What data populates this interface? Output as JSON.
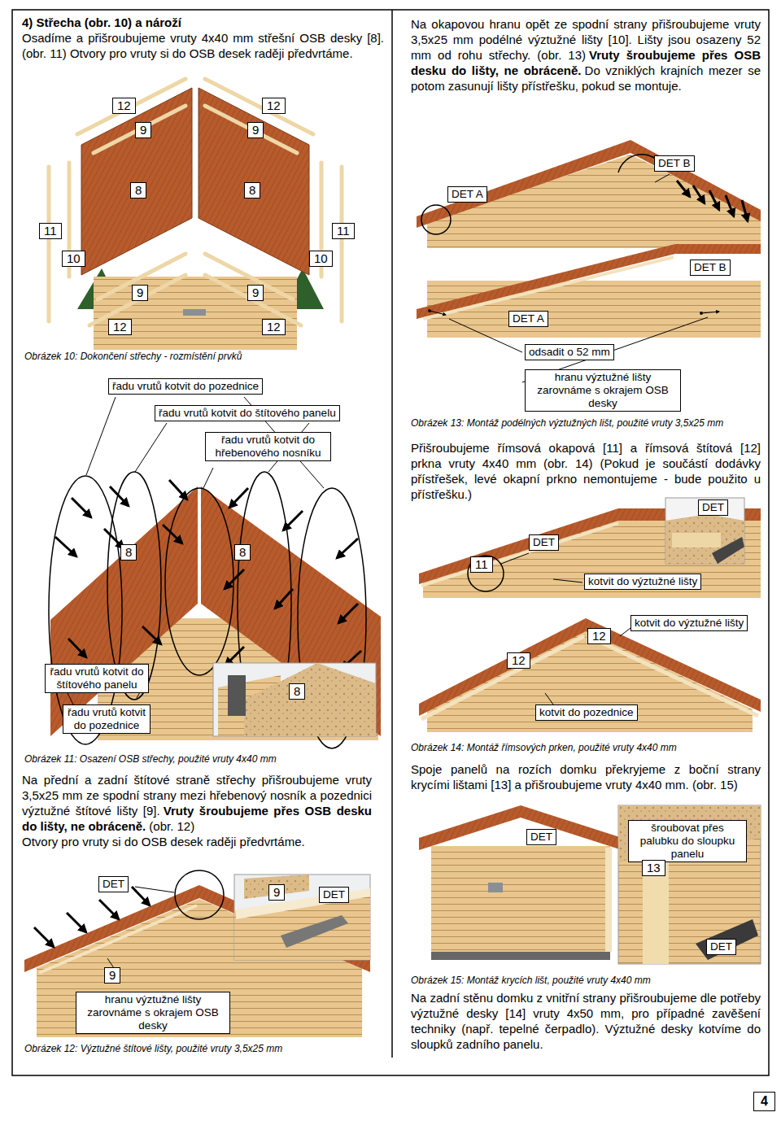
{
  "diagram": {
    "title": "4) Střecha (obr. 10) a nároží",
    "nodes": [
      {
        "text": [
          "12"
        ]
      },
      {
        "text": [
          "12"
        ]
      },
      {
        "text": [
          "9"
        ]
      },
      {
        "text": [
          "9"
        ]
      },
      {
        "text": [
          "8"
        ]
      },
      {
        "text": [
          "8"
        ]
      },
      {
        "text": [
          "11"
        ]
      },
      {
        "text": [
          "11"
        ]
      },
      {
        "text": [
          "10"
        ]
      },
      {
        "text": [
          "10"
        ]
      },
      {
        "text": [
          "9"
        ]
      },
      {
        "text": [
          "9"
        ]
      },
      {
        "text": [
          "12"
        ]
      },
      {
        "text": [
          "12"
        ]
      },
      {
        "text": [
          "DET B"
        ]
      },
      {
        "text": [
          "DET A"
        ]
      },
      {
        "text": [
          "DET B"
        ]
      },
      {
        "text": [
          "DET A"
        ]
      },
      {
        "text": [
          "odsadit o 52 mm"
        ]
      },
      {
        "text": [
          "hranu výztužné lišty zarovnáme s okrajem OSB desky"
        ]
      },
      {
        "text": [
          "řadu vrutů kotvit do pozednice"
        ]
      },
      {
        "text": [
          "řadu vrutů kotvit do štítového panelu"
        ]
      },
      {
        "text": [
          "řadu vrutů kotvit do hřebenového nosníku"
        ]
      },
      {
        "text": [
          "8"
        ]
      },
      {
        "text": [
          "8"
        ]
      },
      {
        "text": [
          "řadu vrutů kotvit do štítového panelu"
        ]
      },
      {
        "text": [
          "řadu vrutů kotvit do pozednice"
        ]
      },
      {
        "text": [
          "8"
        ]
      },
      {
        "text": [
          "DET"
        ]
      },
      {
        "text": [
          "DET"
        ]
      },
      {
        "text": [
          "11"
        ]
      },
      {
        "text": [
          "kotvit do výztužné lišty"
        ]
      },
      {
        "text": [
          "kotvit do výztužné lišty"
        ]
      },
      {
        "text": [
          "12"
        ]
      },
      {
        "text": [
          "12"
        ]
      },
      {
        "text": [
          "kotvit do pozednice"
        ]
      },
      {
        "text": [
          "DET"
        ]
      },
      {
        "text": [
          "9"
        ]
      },
      {
        "text": [
          "DET"
        ]
      },
      {
        "text": [
          "9"
        ]
      },
      {
        "text": [
          "hranu výztužné lišty zarovnáme s okrajem OSB desky"
        ]
      },
      {
        "text": [
          "DET"
        ]
      },
      {
        "text": [
          "šroubovat přes palubku do sloupku panelu"
        ]
      },
      {
        "text": [
          "13"
        ]
      },
      {
        "text": [
          "DET"
        ]
      },
      {
        "text": [
          "4"
        ]
      }
    ],
    "labels": [
      "Osadíme a přišroubujeme vruty 4x40 mm střešní OSB desky [8]. (obr. 11) Otvory pro vruty si do OSB desek raději předvrtáme.",
      "Na okapovou hranu opět ze spodní strany přišroubujeme vruty 3,5x25 mm podélné výztužné lišty [10]. Lišty jsou osazeny 52 mm od rohu střechy. (obr. 13)",
      "Vruty šroubujeme přes OSB desku do lišty, ne obráceně.",
      "Do vzniklých krajních mezer se potom zasunují lišty přístřešku, pokud se montuje.",
      "Obrázek 10: Dokončení střechy - rozmístění prvků",
      "Obrázek 13: Montáž podélných výztužných lišt, použité vruty 3,5x25 mm",
      "Přišroubujeme římsová okapová [11] a římsová štítová [12] prkna vruty 4x40 mm (obr. 14) (Pokud je součástí dodávky přístřešek, levé okapní prkno nemontujeme - bude použito u přístřešku.)",
      "Obrázek 11: Osazení OSB střechy, použité vruty 4x40 mm",
      "Na přední a zadní štítové straně střechy přišroubujeme vruty 3,5x25 mm ze spodní strany mezi hřebenový nosník a pozednici výztužné štítové lišty [9].",
      "Vruty šroubujeme přes OSB desku do lišty, ne obráceně.",
      "(obr. 12)",
      "Otvory pro vruty si do OSB desek raději předvrtáme.",
      "Obrázek 14: Montáž římsových prken, použité vruty 4x40 mm",
      "Spoje panelů na rozích domku překryjeme z boční strany krycími lištami [13] a přišroubujeme vruty 4x40 mm. (obr. 15)",
      "Obrázek 12: Výztužné štítové lišty, použité vruty 3,5x25 mm",
      "Obrázek 15: Montáž krycích lišt, použité vruty 4x40 mm",
      "Na zadní stěnu domku z vnitřní strany přišroubujeme dle potřeby výztužné desky [14] vruty 4x50 mm, pro případné zavěšení techniky (např. tepelné čerpadlo). Výztužné desky kotvíme do sloupků zadního panelu."
    ]
  }
}
